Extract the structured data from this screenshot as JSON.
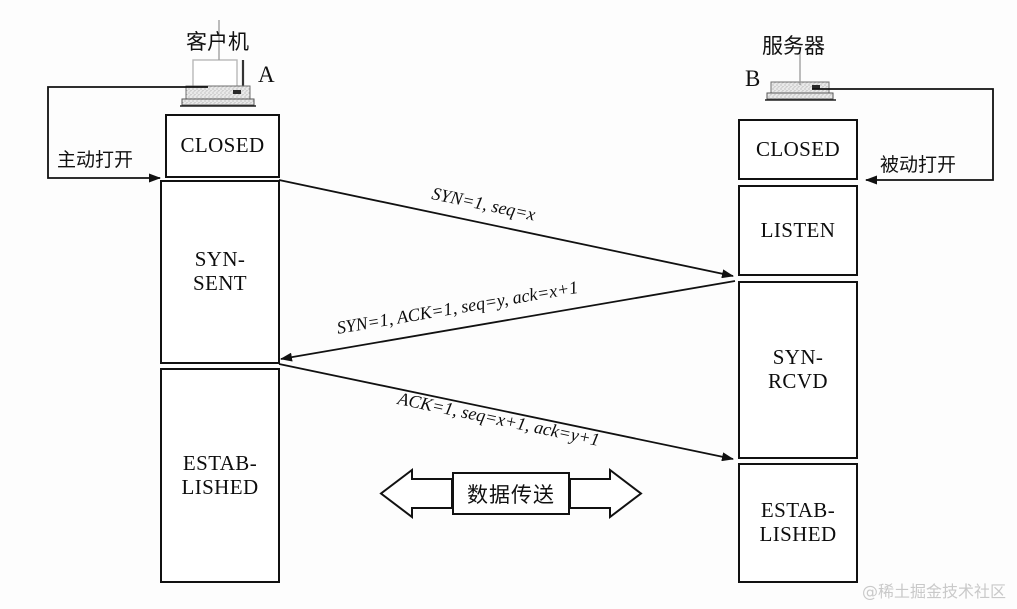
{
  "diagram": {
    "title_client": "客户机",
    "title_server": "服务器",
    "letter_client": "A",
    "letter_server": "B",
    "active_open_label": "主动打开",
    "passive_open_label": "被动打开",
    "data_transfer_label": "数据传送",
    "watermark": "@稀土掘金技术社区",
    "client_states": [
      {
        "id": "closed",
        "label": "CLOSED"
      },
      {
        "id": "syn-sent",
        "line1": "SYN-",
        "line2": "SENT"
      },
      {
        "id": "established",
        "line1": "ESTAB-",
        "line2": "LISHED"
      }
    ],
    "server_states": [
      {
        "id": "closed",
        "label": "CLOSED"
      },
      {
        "id": "listen",
        "label": "LISTEN"
      },
      {
        "id": "syn-rcvd",
        "line1": "SYN-",
        "line2": "RCVD"
      },
      {
        "id": "established",
        "line1": "ESTAB-",
        "line2": "LISHED"
      }
    ],
    "messages": [
      {
        "id": "syn",
        "text": "SYN=1, seq=x",
        "direction": "client-to-server"
      },
      {
        "id": "syn-ack",
        "text": "SYN=1, ACK=1, seq=y, ack=x+1",
        "direction": "server-to-client"
      },
      {
        "id": "ack",
        "text": "ACK=1, seq=x+1, ack=y+1",
        "direction": "client-to-server"
      }
    ],
    "colors": {
      "stroke": "#111111",
      "background": "#ffffff",
      "watermark": "#c9c9c9"
    }
  }
}
